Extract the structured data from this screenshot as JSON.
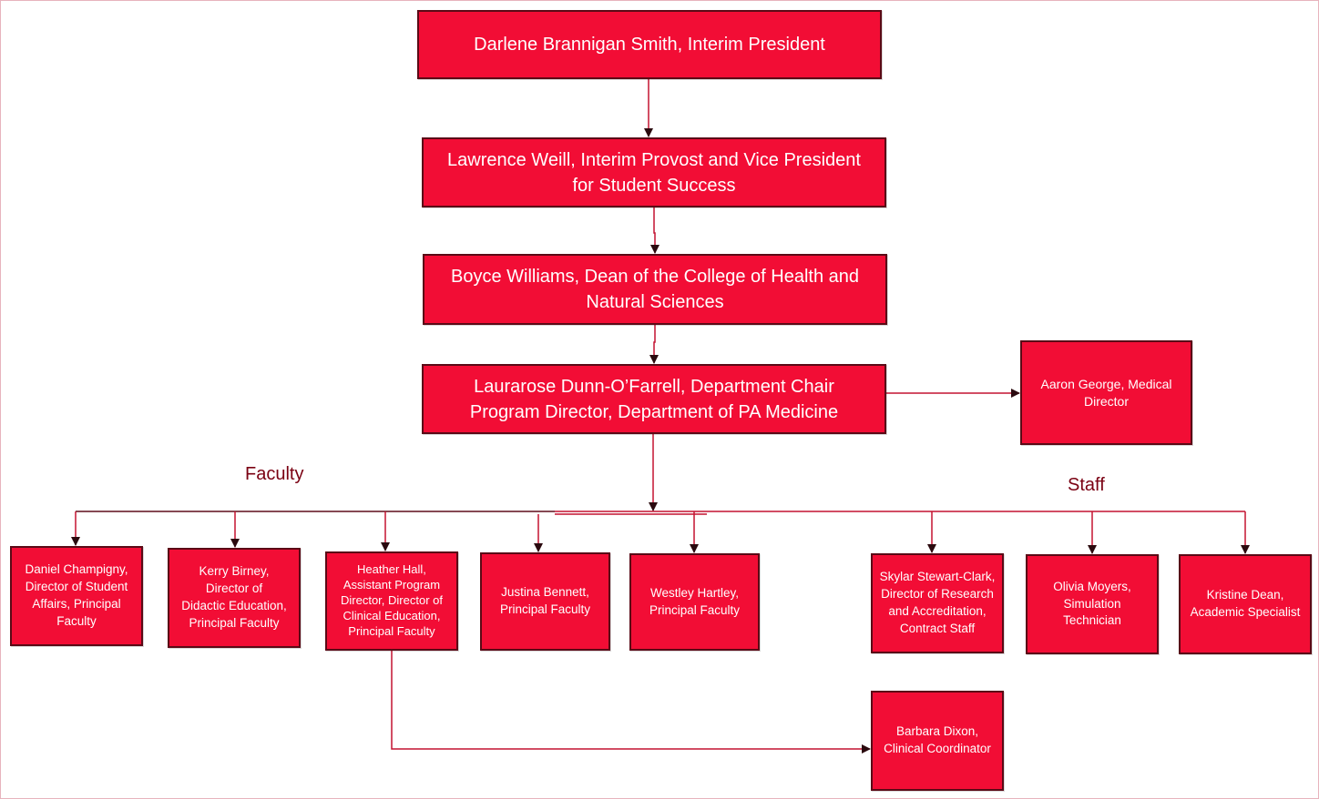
{
  "colors": {
    "box_fill": "#f20d35",
    "box_border": "#5a0a16",
    "connector": "#c41230",
    "arrowhead": "#2b0a0f",
    "label_text": "#7a0012"
  },
  "labels": {
    "faculty": "Faculty",
    "staff": "Staff"
  },
  "nodes": {
    "president": "Darlene Brannigan Smith, Interim President",
    "provost": "Lawrence Weill, Interim Provost and Vice President\nfor Student Success",
    "dean": "Boyce Williams, Dean of the College of Health and\nNatural Sciences",
    "chair": "Laurarose Dunn-O’Farrell, Department Chair\nProgram Director, Department of PA Medicine",
    "medical_director": "Aaron George, Medical\nDirector",
    "champigny": "Daniel Champigny,\nDirector of Student\nAffairs, Principal\nFaculty",
    "birney": "Kerry Birney,\nDirector of\nDidactic Education,\nPrincipal Faculty",
    "hall": "Heather Hall,\nAssistant Program\nDirector, Director of\nClinical Education,\nPrincipal Faculty",
    "bennett": "Justina Bennett,\nPrincipal Faculty",
    "hartley": "Westley Hartley,\nPrincipal Faculty",
    "stewart_clark": "Skylar Stewart-Clark,\nDirector of Research\nand Accreditation,\nContract Staff",
    "moyers": "Olivia Moyers,\nSimulation\nTechnician",
    "dean_kristine": "Kristine Dean,\nAcademic Specialist",
    "dixon": "Barbara Dixon,\nClinical Coordinator"
  }
}
